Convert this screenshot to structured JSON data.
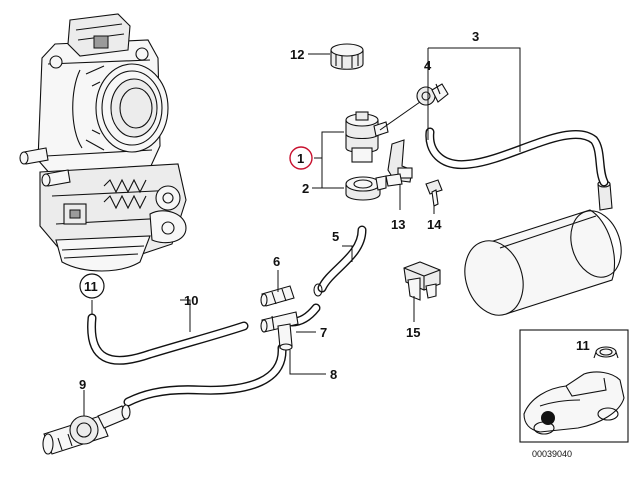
{
  "parts": {
    "p1": "1",
    "p2": "2",
    "p3": "3",
    "p4": "4",
    "p5": "5",
    "p6": "6",
    "p7": "7",
    "p8": "8",
    "p9": "9",
    "p10": "10",
    "p11": "11",
    "p12": "12",
    "p13": "13",
    "p14": "14",
    "p15": "15",
    "inset_label": "11"
  },
  "ref_code": "00039040",
  "colors": {
    "highlight": "#c8102e",
    "line": "#111111"
  }
}
